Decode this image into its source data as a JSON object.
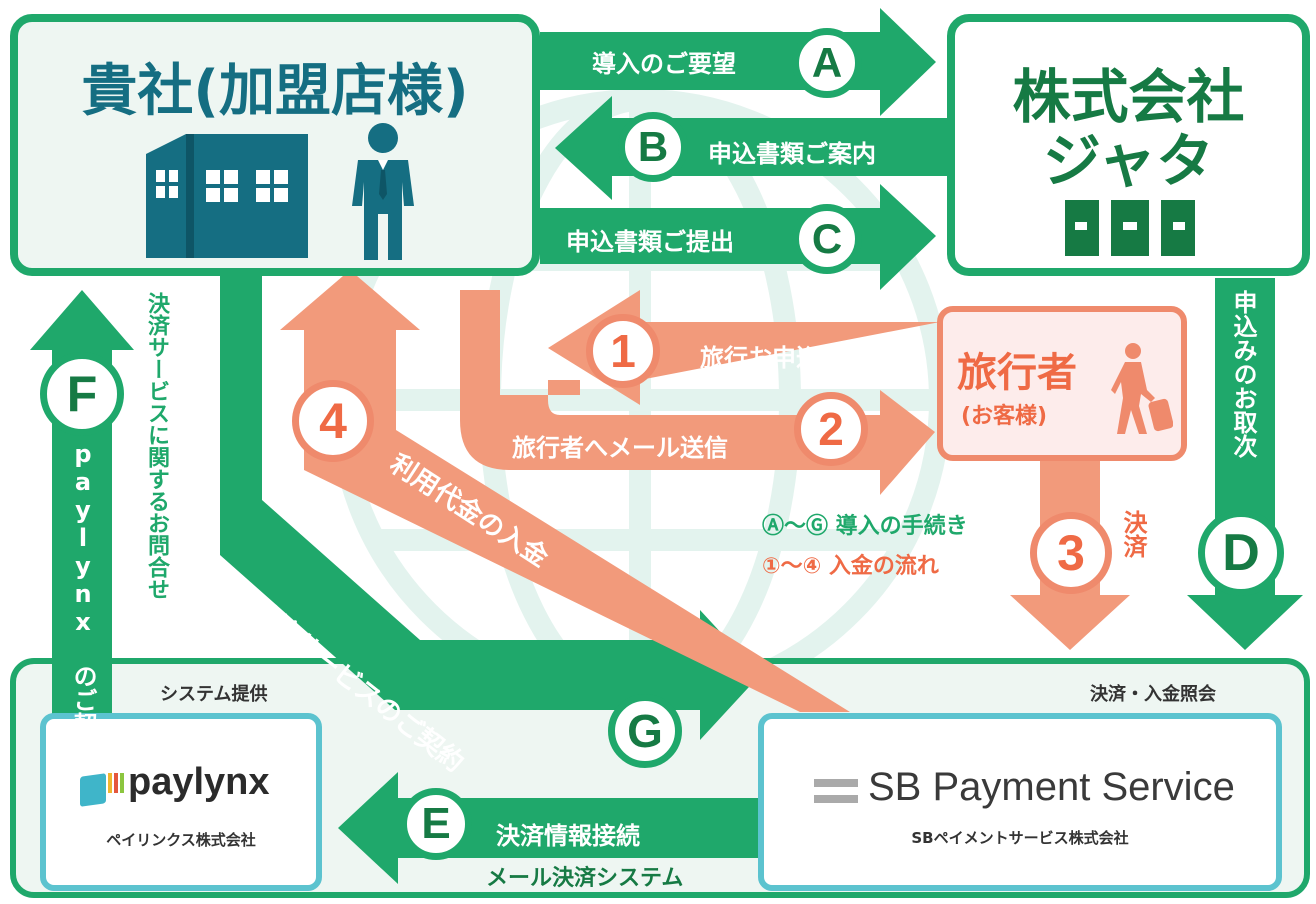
{
  "company": {
    "title": "貴社(加盟店様)"
  },
  "jata": {
    "line1": "株式会社",
    "line2": "ジャタ"
  },
  "traveler": {
    "title": "旅行者",
    "subtitle": "(お客様)"
  },
  "paylynx": {
    "logo_text": "paylynx",
    "name": "ペイリンクス株式会社",
    "header": "システム提供"
  },
  "sbps": {
    "logo_text": "SB Payment Service",
    "name": "SBペイメントサービス株式会社",
    "header": "決済・入金照会"
  },
  "steps": {
    "a": {
      "letter": "A",
      "label": "導入のご要望"
    },
    "b": {
      "letter": "B",
      "label": "申込書類ご案内"
    },
    "c": {
      "letter": "C",
      "label": "申込書類ご提出"
    },
    "d": {
      "letter": "D",
      "label": "申込みのお取次"
    },
    "e": {
      "letter": "E",
      "label": "決済情報接続"
    },
    "f": {
      "letter": "F",
      "label": "paylynx のご契約"
    },
    "g": {
      "letter": "G",
      "label": "決済サービスのご契約"
    },
    "n1": {
      "num": "1",
      "label": "旅行お申込み"
    },
    "n2": {
      "num": "2",
      "label": "旅行者へメール送信"
    },
    "n3": {
      "num": "3",
      "label": "決済"
    },
    "n4": {
      "num": "4",
      "label": "利用代金の入金"
    }
  },
  "inquiry_text": "決済サービスに関するお問合せ",
  "legend": {
    "green": "Ⓐ〜Ⓖ 導入の手続き",
    "orange": "①〜④ 入金の流れ"
  },
  "bottom_caption": "メール決済システム",
  "colors": {
    "green": "#1fa86b",
    "teal": "#5cc3cf",
    "orange": "#ef8a6c",
    "dark": "#156e82"
  }
}
